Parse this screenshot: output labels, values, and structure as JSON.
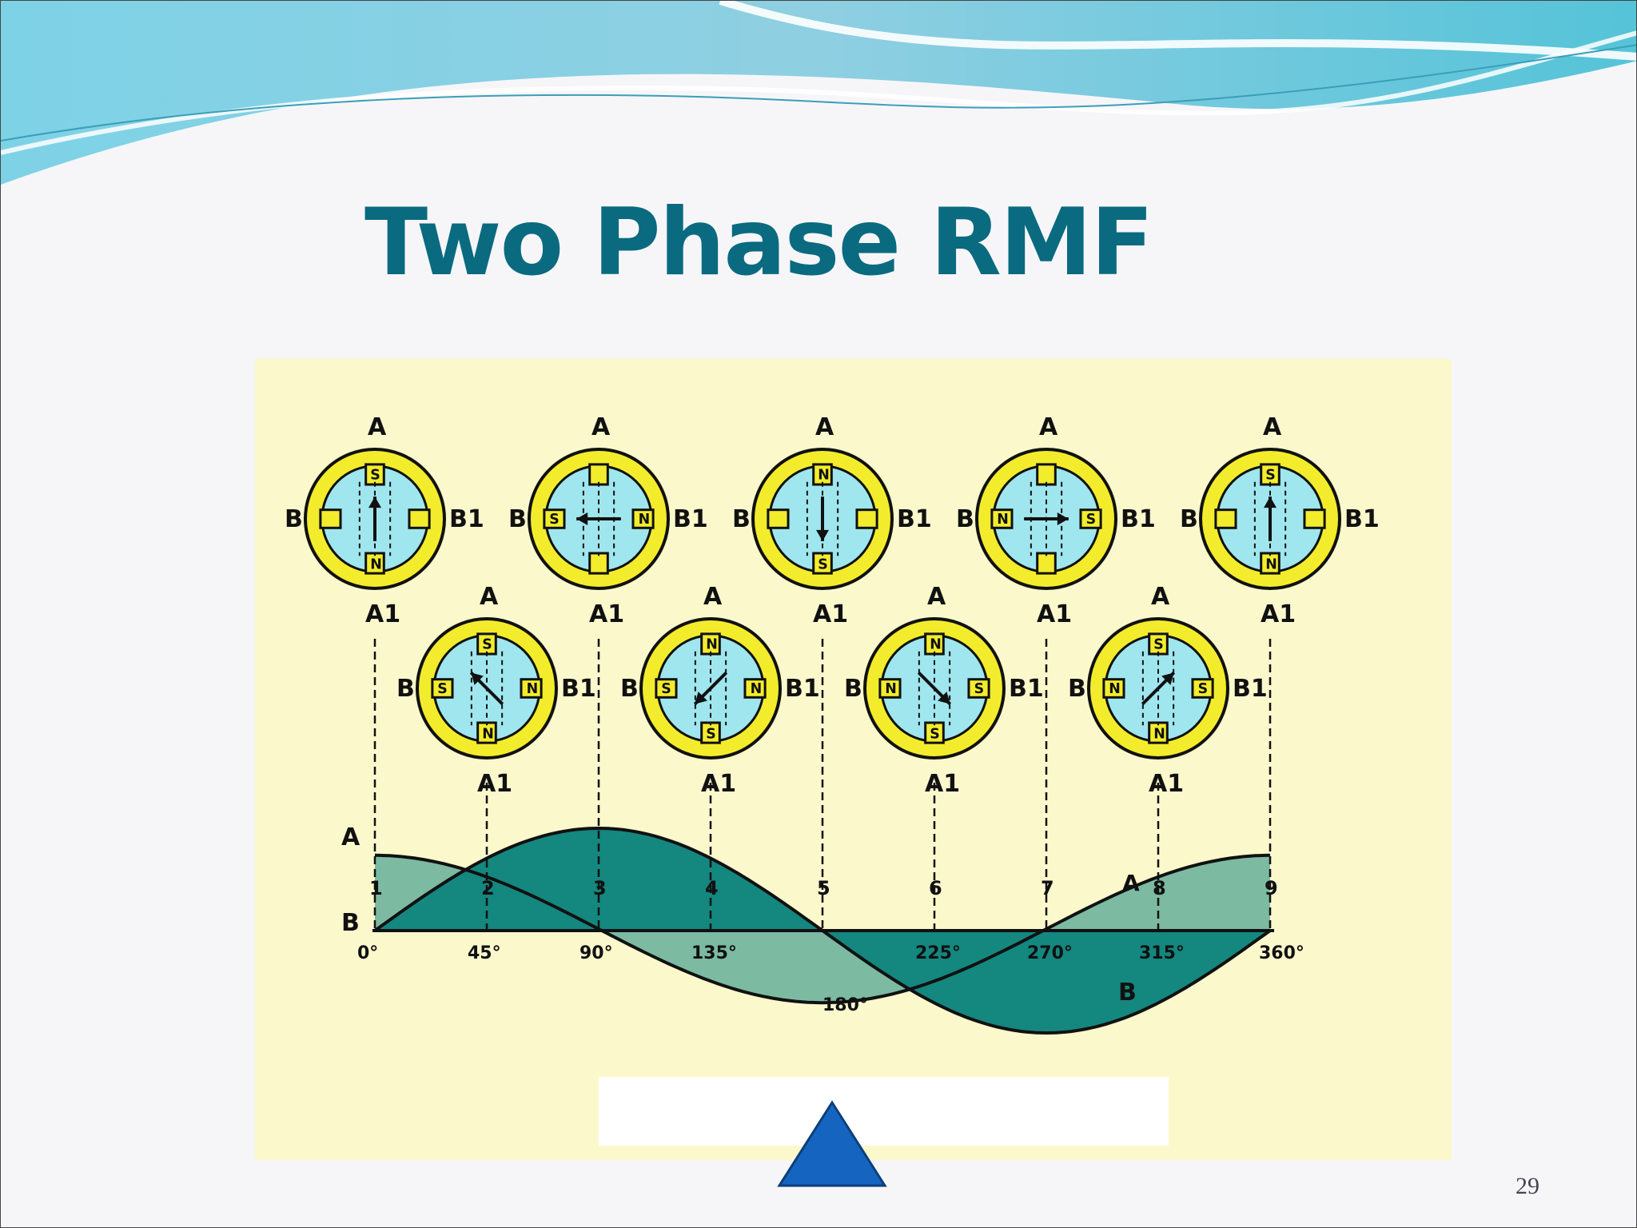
{
  "slide": {
    "title": "Two Phase RMF",
    "page_number": "29"
  },
  "figure": {
    "top_row": [
      {
        "left": "B",
        "right": "B1",
        "top": "A",
        "bottom": "A1",
        "pole_top": "S",
        "pole_bottom": "N",
        "pole_left": "",
        "pole_right": "",
        "arrow": "up"
      },
      {
        "left": "B",
        "right": "B1",
        "top": "A",
        "bottom": "A1",
        "pole_top": "",
        "pole_bottom": "",
        "pole_left": "S",
        "pole_right": "N",
        "arrow": "left"
      },
      {
        "left": "B",
        "right": "B1",
        "top": "A",
        "bottom": "A1",
        "pole_top": "N",
        "pole_bottom": "S",
        "pole_left": "",
        "pole_right": "",
        "arrow": "down"
      },
      {
        "left": "B",
        "right": "B1",
        "top": "A",
        "bottom": "A1",
        "pole_top": "",
        "pole_bottom": "",
        "pole_left": "N",
        "pole_right": "S",
        "arrow": "right"
      },
      {
        "left": "B",
        "right": "B1",
        "top": "A",
        "bottom": "A1",
        "pole_top": "S",
        "pole_bottom": "N",
        "pole_left": "",
        "pole_right": "",
        "arrow": "up"
      }
    ],
    "bottom_row": [
      {
        "left": "B",
        "right": "B1",
        "top": "A",
        "bottom": "A1",
        "pole_top": "S",
        "pole_bottom": "N",
        "pole_left": "S",
        "pole_right": "N",
        "arrow": "up-left"
      },
      {
        "left": "B",
        "right": "B1",
        "top": "A",
        "bottom": "A1",
        "pole_top": "N",
        "pole_bottom": "S",
        "pole_left": "S",
        "pole_right": "N",
        "arrow": "down-left"
      },
      {
        "left": "B",
        "right": "B1",
        "top": "A",
        "bottom": "A1",
        "pole_top": "N",
        "pole_bottom": "S",
        "pole_left": "N",
        "pole_right": "S",
        "arrow": "down-right"
      },
      {
        "left": "B",
        "right": "B1",
        "top": "A",
        "bottom": "A1",
        "pole_top": "S",
        "pole_bottom": "N",
        "pole_left": "N",
        "pole_right": "S",
        "arrow": "up-right"
      }
    ],
    "wave": {
      "axis_labels": [
        "A",
        "B"
      ],
      "curve_labels": [
        "A",
        "B"
      ],
      "point_numbers": [
        "1",
        "2",
        "3",
        "4",
        "5",
        "6",
        "7",
        "8",
        "9"
      ],
      "angles_above": [
        "0°",
        "45°",
        "90°",
        "135°",
        "225°",
        "270°",
        "315°",
        "360°"
      ],
      "angle_180": "180°"
    },
    "colors": {
      "background": "#fbf8cc",
      "ring": "#f3ec2c",
      "core": "#9fe6ee",
      "fill": "#14877f",
      "line": "#111111"
    }
  },
  "icons": {
    "navigation": "triangle-up-icon"
  }
}
